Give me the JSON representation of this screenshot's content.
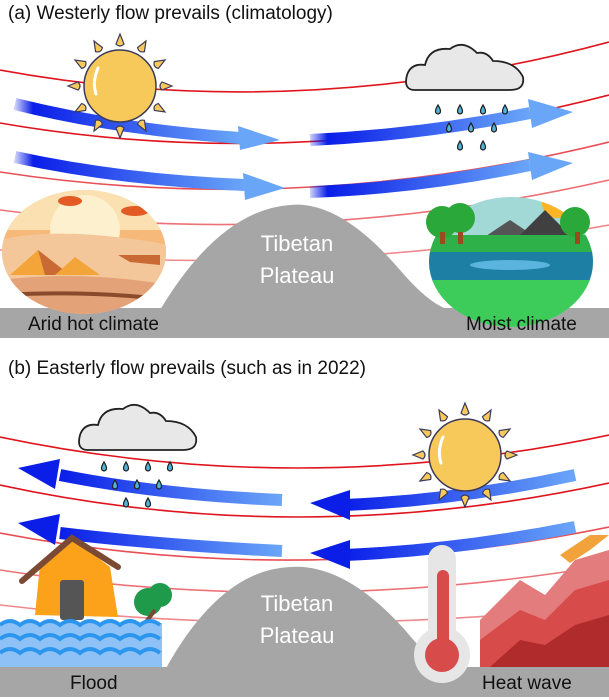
{
  "panels": [
    {
      "id": "a",
      "title": "(a) Westerly flow prevails (climatology)",
      "flow_direction": "westerly",
      "plateau_label_line1": "Tibetan",
      "plateau_label_line2": "Plateau",
      "left_label": "Arid hot climate",
      "right_label": "Moist climate",
      "left_weather_icon": "sun-icon",
      "right_weather_icon": "rain-cloud-icon",
      "left_scene_icon": "desert-scene-icon",
      "right_scene_icon": "lake-forest-scene-icon"
    },
    {
      "id": "b",
      "title": "(b) Easterly flow prevails (such as in 2022)",
      "flow_direction": "easterly",
      "plateau_label_line1": "Tibetan",
      "plateau_label_line2": "Plateau",
      "left_label": "Flood",
      "right_label": "Heat wave",
      "left_weather_icon": "rain-cloud-icon",
      "right_weather_icon": "sun-icon",
      "left_scene_icon": "flooded-house-icon",
      "right_scene_icon": "thermometer-heat-icon"
    }
  ],
  "colors": {
    "contour_line": "#e0141c",
    "arrow_dark": "#0a1ee8",
    "arrow_light": "#6aa6f8",
    "plateau": "#a6a6a6",
    "sun": "#f7c95a",
    "cloud": "#e8e8e8",
    "raindrop": "#4fb4d8"
  }
}
